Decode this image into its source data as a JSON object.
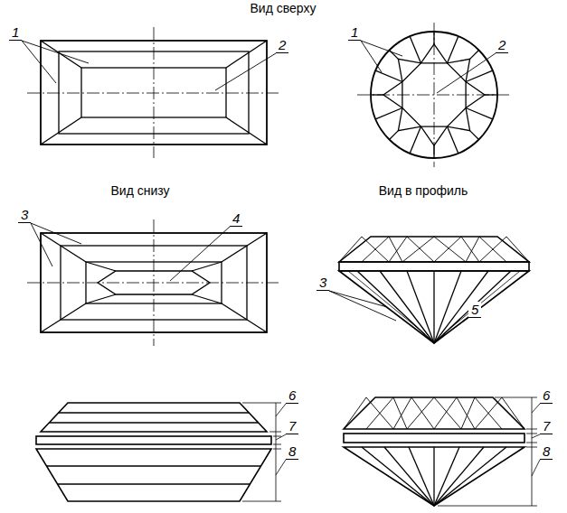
{
  "diagram": {
    "labels": [
      "Вид сверху",
      "1",
      "2",
      "1",
      "2",
      "Вид снизу",
      "Вид в профиль",
      "3",
      "4",
      "3",
      "5",
      "6",
      "7",
      "8",
      "6",
      "7",
      "8"
    ]
  }
}
